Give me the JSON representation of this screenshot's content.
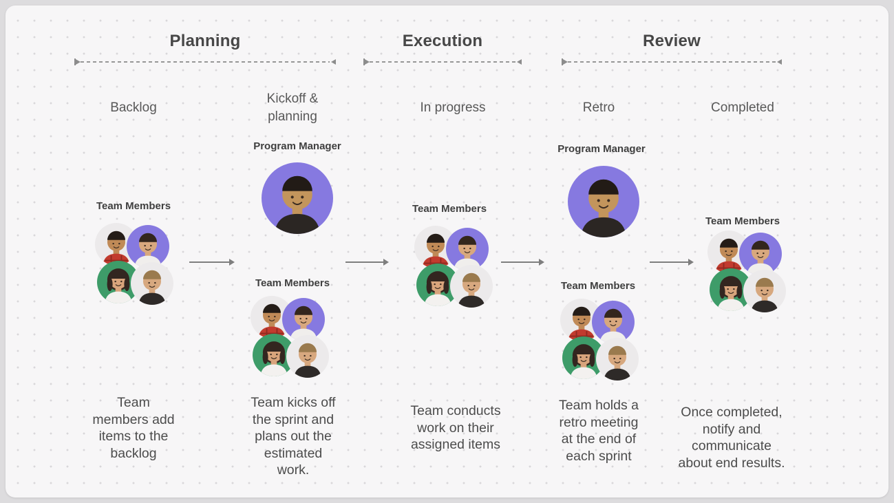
{
  "phases": [
    {
      "label": "Planning"
    },
    {
      "label": "Execution"
    },
    {
      "label": "Review"
    }
  ],
  "columns": [
    {
      "label": "Backlog",
      "team_label": "Team Members",
      "description": "Team\nmembers add\nitems to the\nbacklog"
    },
    {
      "label": "Kickoff &\nplanning",
      "pm_label": "Program Manager",
      "team_label": "Team Members",
      "description": "Team kicks off\nthe sprint and\nplans out the\nestimated\nwork."
    },
    {
      "label": "In progress",
      "team_label": "Team Members",
      "description": "Team conducts\nwork on their\nassigned items"
    },
    {
      "label": "Retro",
      "pm_label": "Program Manager",
      "team_label": "Team Members",
      "description": "Team holds a\nretro meeting\nat the end of\neach sprint"
    },
    {
      "label": "Completed",
      "team_label": "Team Members",
      "description": "Once completed,\nnotify and\ncommunicate\nabout end results."
    }
  ],
  "avatars": {
    "program_manager": {
      "name": "program-manager-avatar",
      "bg": "#8679E0",
      "skin": "#C3955C",
      "hair": "#221B16",
      "shirt": "#2B2623",
      "style": "short"
    },
    "team_cluster": [
      {
        "name": "team-member-red-shirt-avatar",
        "bg": "#ECEAEB",
        "skin": "#C08A57",
        "hair": "#241C17",
        "shirt": "#C23B2E",
        "style": "short",
        "plaid": "#8F2A21"
      },
      {
        "name": "team-member-purple-avatar",
        "bg": "#8679E0",
        "skin": "#D8A87E",
        "hair": "#33261D",
        "shirt": "#F0EEEC",
        "style": "short"
      },
      {
        "name": "team-member-green-avatar",
        "bg": "#3E9C69",
        "skin": "#D8A47C",
        "hair": "#332620",
        "shirt": "#F3F1EF",
        "style": "bangs"
      },
      {
        "name": "team-member-gray-avatar",
        "bg": "#ECEAEB",
        "skin": "#D7A87F",
        "hair": "#9A7A4E",
        "shirt": "#2E2A28",
        "style": "short"
      }
    ]
  },
  "colors": {
    "page_bg": "#DDDCDE",
    "card_bg": "#F7F6F7",
    "dot_grid": "#D9D7DA",
    "heading_text": "#474747",
    "column_label_text": "#585858",
    "role_label_text": "#3F3F3F",
    "description_text": "#4C4C4C",
    "span_line": "#8C8C8C",
    "flow_arrow": "#7E7E7E",
    "avatar_purple": "#8679E0",
    "avatar_green": "#3E9C69",
    "avatar_gray": "#ECEAEB"
  }
}
